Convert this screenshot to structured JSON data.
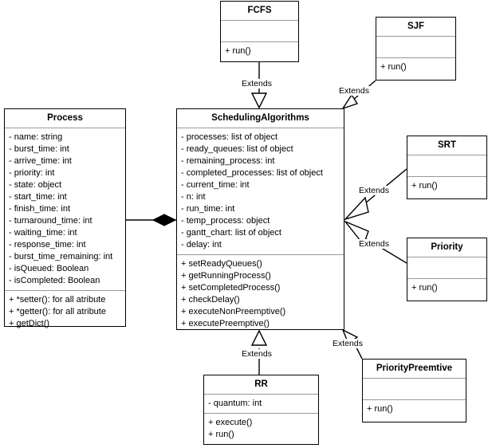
{
  "diagram": {
    "kind": "uml-class-diagram",
    "background_color": "#ffffff",
    "line_color": "#000000",
    "divider_color": "#999999"
  },
  "classes": {
    "fcfs": {
      "name": "FCFS",
      "attributes": [],
      "methods": [
        "+ run()"
      ]
    },
    "sjf": {
      "name": "SJF",
      "attributes": [],
      "methods": [
        "+ run()"
      ]
    },
    "srt": {
      "name": "SRT",
      "attributes": [],
      "methods": [
        "+ run()"
      ]
    },
    "priority": {
      "name": "Priority",
      "attributes": [],
      "methods": [
        "+ run()"
      ]
    },
    "priority_preemtive": {
      "name": "PriorityPreemtive",
      "attributes": [],
      "methods": [
        "+ run()"
      ]
    },
    "rr": {
      "name": "RR",
      "attributes": [
        "- quantum: int"
      ],
      "methods": [
        "+ execute()",
        "+ run()"
      ]
    },
    "process": {
      "name": "Process",
      "attributes": [
        "- name: string",
        "- burst_time: int",
        "- arrive_time: int",
        "- priority: int",
        "- state: object",
        "- start_time: int",
        "- finish_time: int",
        "- turnaround_time: int",
        "- waiting_time: int",
        "- response_time: int",
        "- burst_time_remaining: int",
        "- isQueued: Boolean",
        "- isCompleted: Boolean"
      ],
      "methods": [
        "+ *setter(): for all atribute",
        "+ *getter(): for all atribute",
        "+ getDict()"
      ]
    },
    "scheduling_algorithms": {
      "name": "SchedulingAlgorithms",
      "attributes": [
        "- processes: list of object",
        "- ready_queues: list of object",
        "- remaining_process: int",
        "- completed_processes: list of object",
        "- current_time: int",
        "- n: int",
        "- run_time: int",
        "- temp_process: object",
        "- gantt_chart: list of object",
        "- delay: int"
      ],
      "methods": [
        "+ setReadyQueues()",
        "+ getRunningProcess()",
        "+ setCompletedProcess()",
        "+ checkDelay()",
        "+ executeNonPreemptive()",
        "+ executePreemptive()"
      ]
    }
  },
  "relationships": [
    {
      "id": "fcfs-extends",
      "label": "Extends",
      "from": "fcfs",
      "to": "scheduling_algorithms",
      "type": "generalization"
    },
    {
      "id": "sjf-extends",
      "label": "Extends",
      "from": "sjf",
      "to": "scheduling_algorithms",
      "type": "generalization"
    },
    {
      "id": "srt-extends",
      "label": "Extends",
      "from": "srt",
      "to": "scheduling_algorithms",
      "type": "generalization"
    },
    {
      "id": "priority-extends",
      "label": "Extends",
      "from": "priority",
      "to": "scheduling_algorithms",
      "type": "generalization"
    },
    {
      "id": "rr-extends",
      "label": "Extends",
      "from": "rr",
      "to": "scheduling_algorithms",
      "type": "generalization"
    },
    {
      "id": "prioritypreemtive-extends",
      "label": "Extends",
      "from": "priority_preemtive",
      "to": "scheduling_algorithms",
      "type": "generalization"
    },
    {
      "id": "process-composition",
      "label": "",
      "from": "scheduling_algorithms",
      "to": "process",
      "type": "composition"
    }
  ]
}
